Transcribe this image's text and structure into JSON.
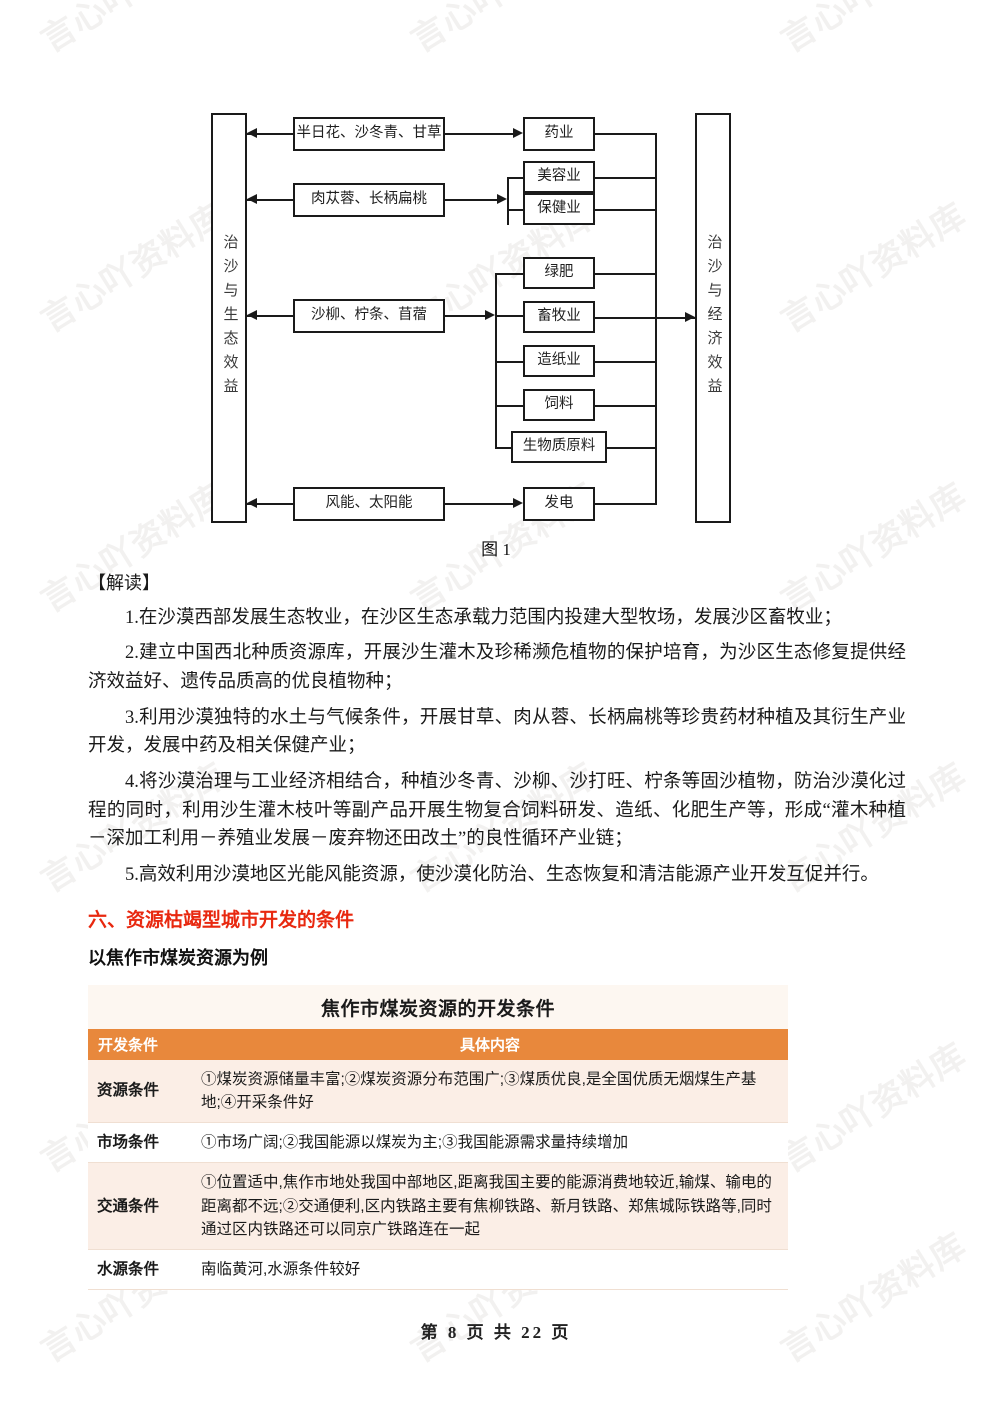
{
  "watermark": {
    "text": "言心吖资料库"
  },
  "diagram": {
    "caption": "图 1",
    "left_panel": "治沙与生态效益",
    "right_panel": "治沙与经济效益",
    "inputs": [
      "半日花、沙冬青、甘草",
      "肉苁蓉、长柄扁桃",
      "沙柳、柠条、苜蓿",
      "风能、太阳能"
    ],
    "outputs": [
      "药业",
      "美容业",
      "保健业",
      "绿肥",
      "畜牧业",
      "造纸业",
      "饲料",
      "生物质原料",
      "发电"
    ]
  },
  "interpretation": {
    "label": "【解读】",
    "items": [
      "1.在沙漠西部发展生态牧业，在沙区生态承载力范围内投建大型牧场，发展沙区畜牧业；",
      "2.建立中国西北种质资源库，开展沙生灌木及珍稀濒危植物的保护培育，为沙区生态修复提供经济效益好、遗传品质高的优良植物种；",
      "3.利用沙漠独特的水土与气候条件，开展甘草、肉从蓉、长柄扁桃等珍贵药材种植及其衍生产业开发，发展中药及相关保健产业；",
      "4.将沙漠治理与工业经济相结合，种植沙冬青、沙柳、沙打旺、柠条等固沙植物，防治沙漠化过程的同时，利用沙生灌木枝叶等副产品开展生物复合饲料研发、造纸、化肥生产等，形成“灌木种植－深加工利用－养殖业发展－废弃物还田改土”的良性循环产业链；",
      "5.高效利用沙漠地区光能风能资源，使沙漠化防治、生态恢复和清洁能源产业开发互促并行。"
    ]
  },
  "section_six": {
    "heading": "六、资源枯竭型城市开发的条件",
    "subheading": "以焦作市煤炭资源为例",
    "accent_color": "#e8280f"
  },
  "table": {
    "title": "焦作市煤炭资源的开发条件",
    "header_color": "#e8883c",
    "shade_color": "#fbeee6",
    "columns": [
      "开发条件",
      "具体内容"
    ],
    "rows": [
      {
        "label": "资源条件",
        "content": "①煤炭资源储量丰富;②煤炭资源分布范围广;③煤质优良,是全国优质无烟煤生产基地;④开采条件好",
        "shaded": true
      },
      {
        "label": "市场条件",
        "content": "①市场广阔;②我国能源以煤炭为主;③我国能源需求量持续增加",
        "shaded": false
      },
      {
        "label": "交通条件",
        "content": "①位置适中,焦作市地处我国中部地区,距离我国主要的能源消费地较近,输煤、输电的距离都不远;②交通便利,区内铁路主要有焦柳铁路、新月铁路、郑焦城际铁路等,同时通过区内铁路还可以同京广铁路连在一起",
        "shaded": true
      },
      {
        "label": "水源条件",
        "content": "南临黄河,水源条件较好",
        "shaded": false
      }
    ]
  },
  "footer": {
    "text": "第 8 页 共 22 页"
  }
}
